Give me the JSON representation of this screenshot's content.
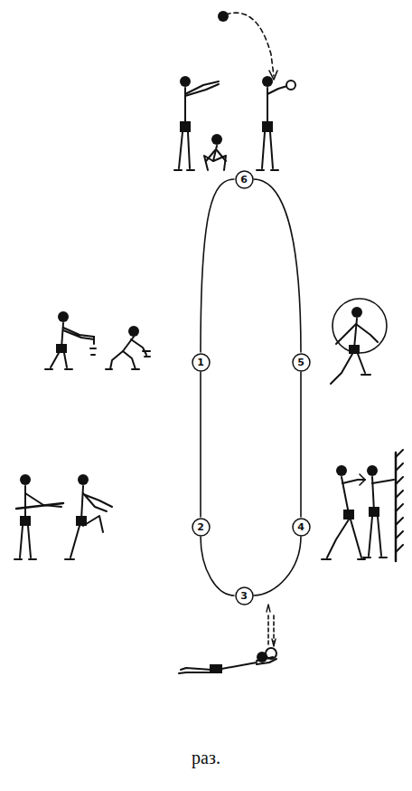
{
  "diagram": {
    "nodes": [
      {
        "text": [
          "1"
        ]
      },
      {
        "text": [
          "2"
        ]
      },
      {
        "text": [
          "3"
        ]
      },
      {
        "text": [
          "4"
        ]
      },
      {
        "text": [
          "5"
        ]
      },
      {
        "text": [
          "6"
        ]
      }
    ],
    "edges": [
      {
        "from": 0,
        "to": 1,
        "arrow": "none"
      },
      {
        "from": 1,
        "to": 2,
        "arrow": "none"
      },
      {
        "from": 2,
        "to": 3,
        "arrow": "none"
      },
      {
        "from": 3,
        "to": 4,
        "arrow": "none"
      },
      {
        "from": 4,
        "to": 5,
        "arrow": "none"
      },
      {
        "from": 5,
        "to": 0,
        "arrow": "none"
      }
    ],
    "labels": [
      "раз."
    ]
  }
}
